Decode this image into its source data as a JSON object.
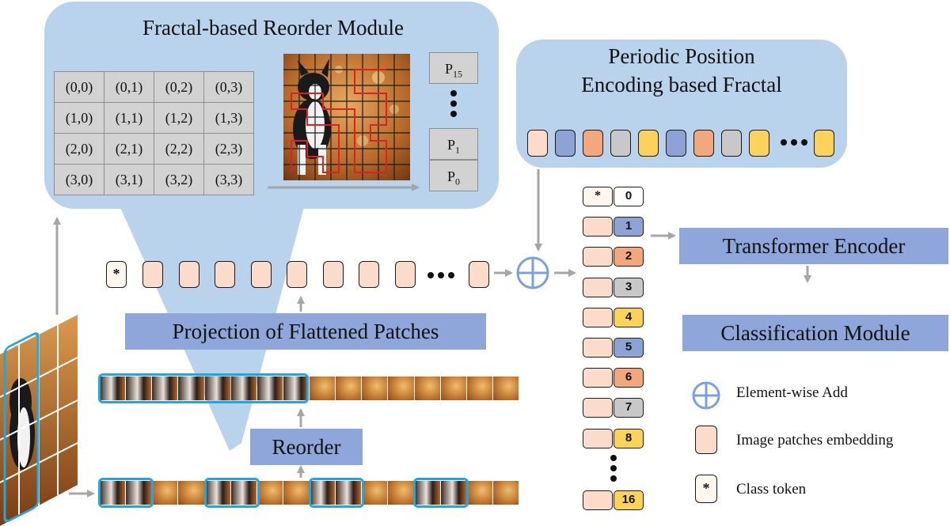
{
  "reorder_module": {
    "title": "Fractal-based Reorder Module",
    "grid": [
      [
        "(0,0)",
        "(0,1)",
        "(0,2)",
        "(0,3)"
      ],
      [
        "(1,0)",
        "(1,1)",
        "(1,2)",
        "(1,3)"
      ],
      [
        "(2,0)",
        "(2,1)",
        "(2,2)",
        "(2,3)"
      ],
      [
        "(3,0)",
        "(3,1)",
        "(3,2)",
        "(3,3)"
      ]
    ],
    "sequence": {
      "top": {
        "base": "P",
        "sub": "15"
      },
      "p1": {
        "base": "P",
        "sub": "1"
      },
      "p0": {
        "base": "P",
        "sub": "0"
      }
    }
  },
  "ppe": {
    "title_line1": "Periodic Position",
    "title_line2": "Encoding based Fractal",
    "token_colors": [
      "peach",
      "blue",
      "orange",
      "gray",
      "yellow",
      "blue",
      "orange",
      "gray",
      "yellow",
      "yellow"
    ]
  },
  "blocks": {
    "projection": "Projection of Flattened Patches",
    "reorder": "Reorder",
    "transformer": "Transformer Encoder",
    "classification": "Classification Module"
  },
  "class_token_symbol": "*",
  "positions": {
    "labels": [
      "0",
      "1",
      "2",
      "3",
      "4",
      "5",
      "6",
      "7",
      "8",
      "16"
    ],
    "colors": [
      "#ffffff",
      "#8ea3d4",
      "#f2a77c",
      "#c8c8c8",
      "#fbd35a",
      "#8ea3d4",
      "#f2a77c",
      "#c8c8c8",
      "#fbd35a",
      "#fbd35a"
    ]
  },
  "legend": {
    "add": "Element-wise Add",
    "patch": "Image patches embedding",
    "cls": "Class token"
  },
  "colors": {
    "callout": "#b9d3ec",
    "block": "#8ea6da",
    "highlight": "#21a6e0",
    "fractal_path": "#e02020",
    "arrow": "#a6a6a6"
  }
}
